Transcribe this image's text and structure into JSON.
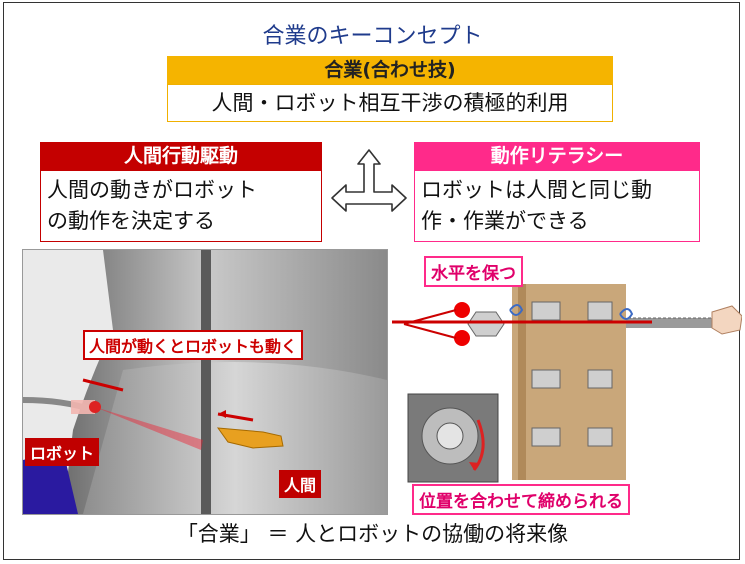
{
  "title": "合業のキーコンセプト",
  "concept": {
    "header": "合業(合わせ技)",
    "subtitle": "人間・ロボット相互干渉の積極的利用"
  },
  "left_box": {
    "header": "人間行動駆動",
    "line1": "人間の動きがロボット",
    "line2": "の動作を決定する"
  },
  "right_box": {
    "header": "動作リテラシー",
    "line1": "ロボットは人間と同じ動",
    "line2": "作・作業ができる"
  },
  "scene_labels": {
    "both_move": "人間が動くとロボットも動く",
    "robot": "ロボット",
    "human": "人間"
  },
  "right_labels": {
    "keep_level": "水平を保つ",
    "tighten": "位置を合わせて締められる"
  },
  "footer": "「合業」 ＝ 人とロボットの協働の将来像",
  "colors": {
    "title": "#1f3b8c",
    "gold": "#f5b400",
    "red": "#c40000",
    "pink": "#ff2a8a"
  }
}
